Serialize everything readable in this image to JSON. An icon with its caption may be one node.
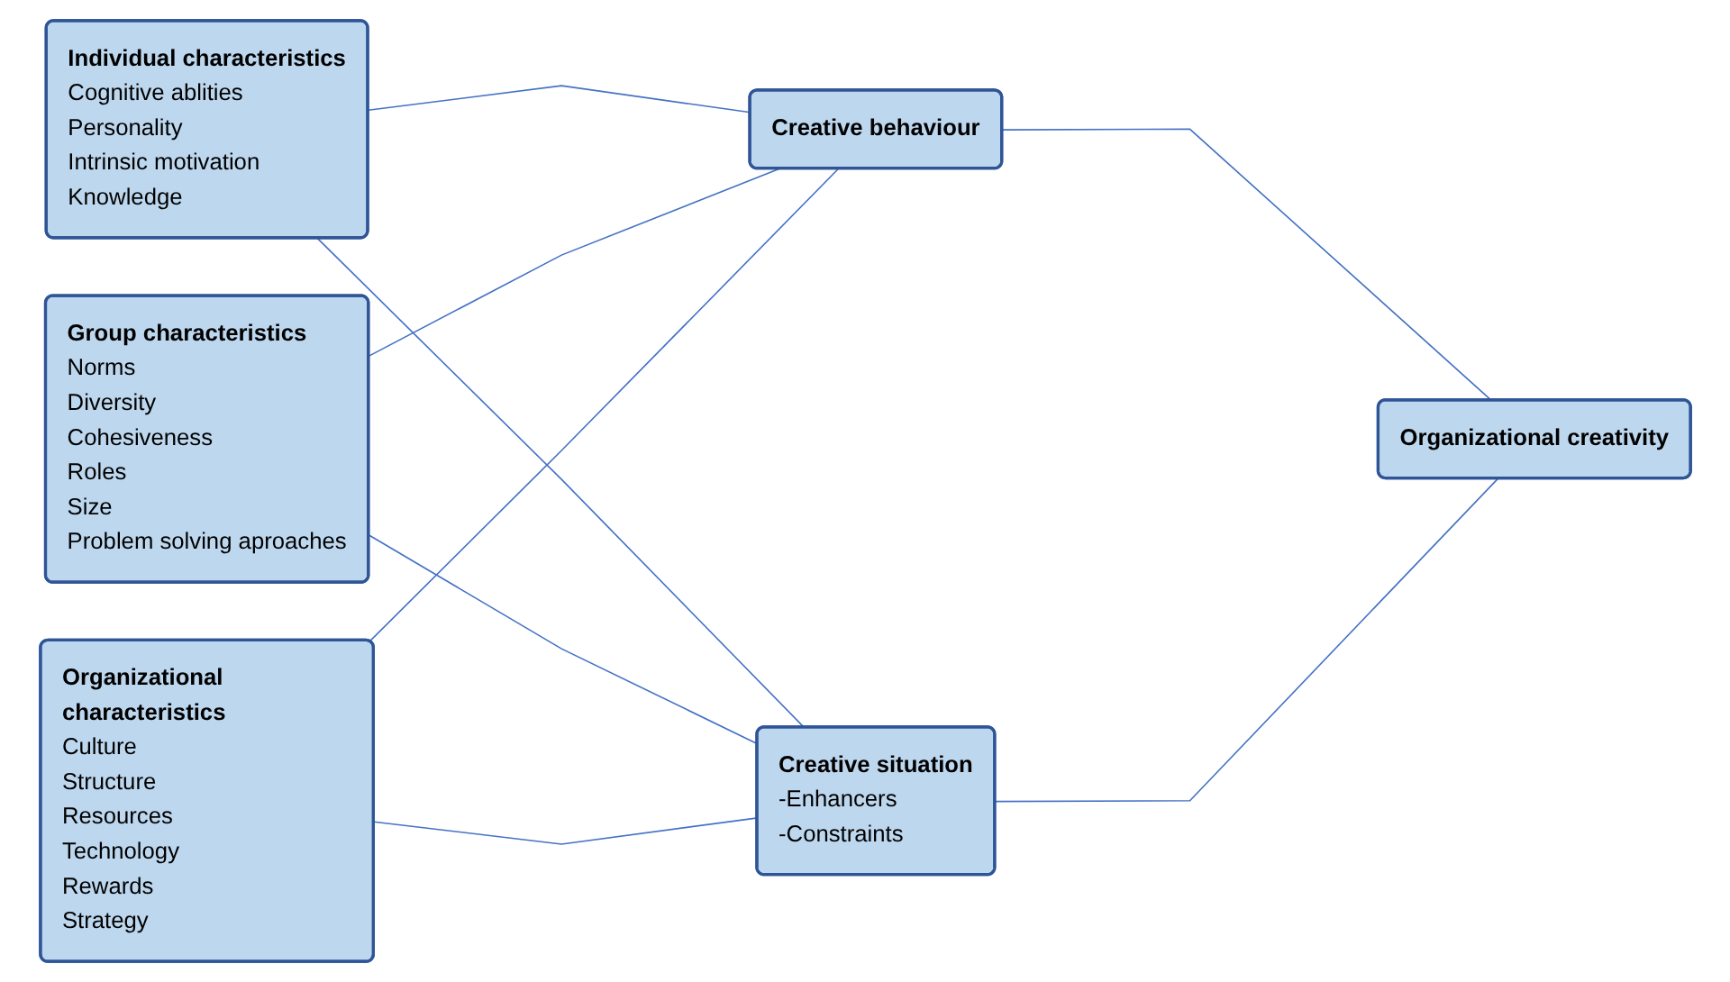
{
  "diagram": {
    "nodes": [
      {
        "text": [
          "Individual characteristics",
          "Cognitive ablities",
          "Personality",
          "Intrinsic motivation",
          "Knowledge"
        ]
      },
      {
        "text": [
          "Group characteristics",
          "Norms",
          "Diversity",
          "Cohesiveness",
          "Roles",
          "Size",
          "Problem solving aproaches"
        ]
      },
      {
        "text": [
          "Organizational characteristics",
          "Culture",
          "Structure",
          "Resources",
          "Technology",
          "Rewards",
          "Strategy"
        ]
      },
      {
        "text": [
          "Creative behaviour"
        ]
      },
      {
        "text": [
          "Creative situation",
          "-Enhancers",
          "-Constraints"
        ]
      },
      {
        "text": [
          "Organizational creativity"
        ]
      }
    ],
    "edges": [
      {
        "from": 0,
        "to": 3,
        "arrow": "none"
      },
      {
        "from": 0,
        "to": 4,
        "arrow": "none"
      },
      {
        "from": 1,
        "to": 3,
        "arrow": "none"
      },
      {
        "from": 1,
        "to": 4,
        "arrow": "none"
      },
      {
        "from": 2,
        "to": 3,
        "arrow": "none"
      },
      {
        "from": 2,
        "to": 4,
        "arrow": "none"
      },
      {
        "from": 3,
        "to": 5,
        "arrow": "none"
      },
      {
        "from": 4,
        "to": 5,
        "arrow": "none"
      }
    ]
  }
}
